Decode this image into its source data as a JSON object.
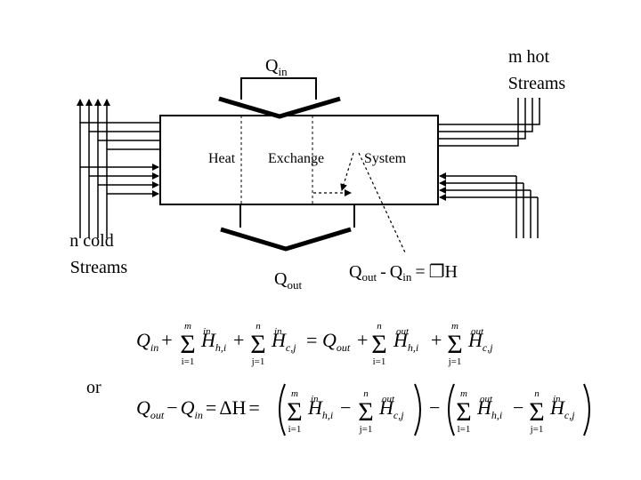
{
  "diagram": {
    "hot_streams": {
      "line1": "m hot",
      "line2": "Streams"
    },
    "cold_streams": {
      "line1": "n cold",
      "line2": "Streams"
    },
    "q_in": {
      "symbol": "Q",
      "subscript": "in"
    },
    "q_out": {
      "symbol": "Q",
      "subscript": "out"
    },
    "box_labels": {
      "heat": "Heat",
      "exchange": "Exchange",
      "system": "System"
    },
    "balance": {
      "q_symbol": "Q",
      "out_sub": "out",
      "minus": "-",
      "in_sub": "in",
      "equals": "=",
      "glyph": "❐",
      "h": "H"
    },
    "or_label": "or"
  },
  "equation1": {
    "Q": "Q",
    "in": "in",
    "out": "out",
    "sum_upper_m": "m",
    "sum_upper_n": "n",
    "sum_lower_i": "i=1",
    "sum_lower_j": "j=1",
    "H": "H",
    "sub_hi": "h,i",
    "sub_cj": "c,j",
    "plus": "+",
    "equals": "="
  },
  "equation2": {
    "Q": "Q",
    "out": "out",
    "in": "in",
    "minus": "−",
    "equals": "=",
    "delta_h": "ΔH",
    "H": "H",
    "sub_hi": "h,i",
    "sub_cj": "c,j",
    "sum_upper_n": "n",
    "sum_upper_m": "m",
    "sum_lower_i": "i=1",
    "sum_lower_j": "j=1",
    "sum_lower_l": "l=1"
  }
}
